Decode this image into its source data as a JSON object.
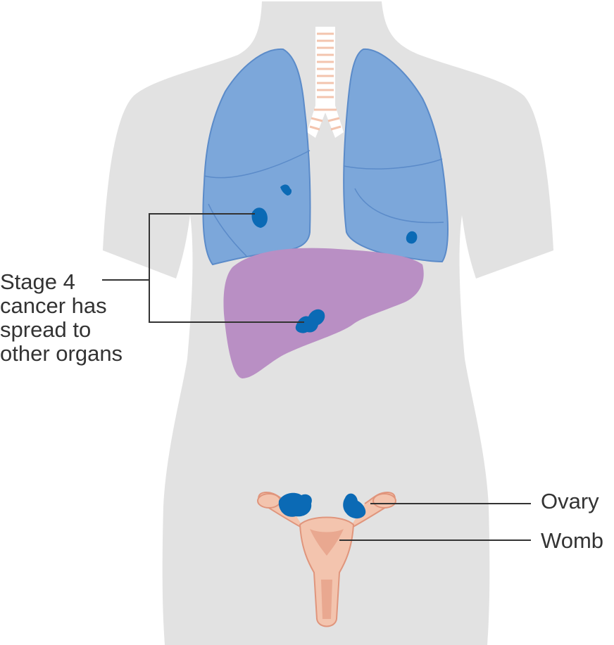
{
  "labels": {
    "stage_line_1": "Stage 4",
    "stage_line_2": "cancer has",
    "stage_line_3": "spread to",
    "stage_line_4": "other organs",
    "ovary": "Ovary",
    "womb": "Womb"
  },
  "colors": {
    "body": "#e2e2e2",
    "lung": "#7ca7da",
    "lung_edge": "#5b8bc9",
    "liver": "#b98fc4",
    "tumour": "#0b6ab5",
    "reproductive": "#f3c4ae",
    "reproductive_edge": "#e0957c",
    "leader_line": "#333333",
    "trachea": "#f3c4ae"
  }
}
